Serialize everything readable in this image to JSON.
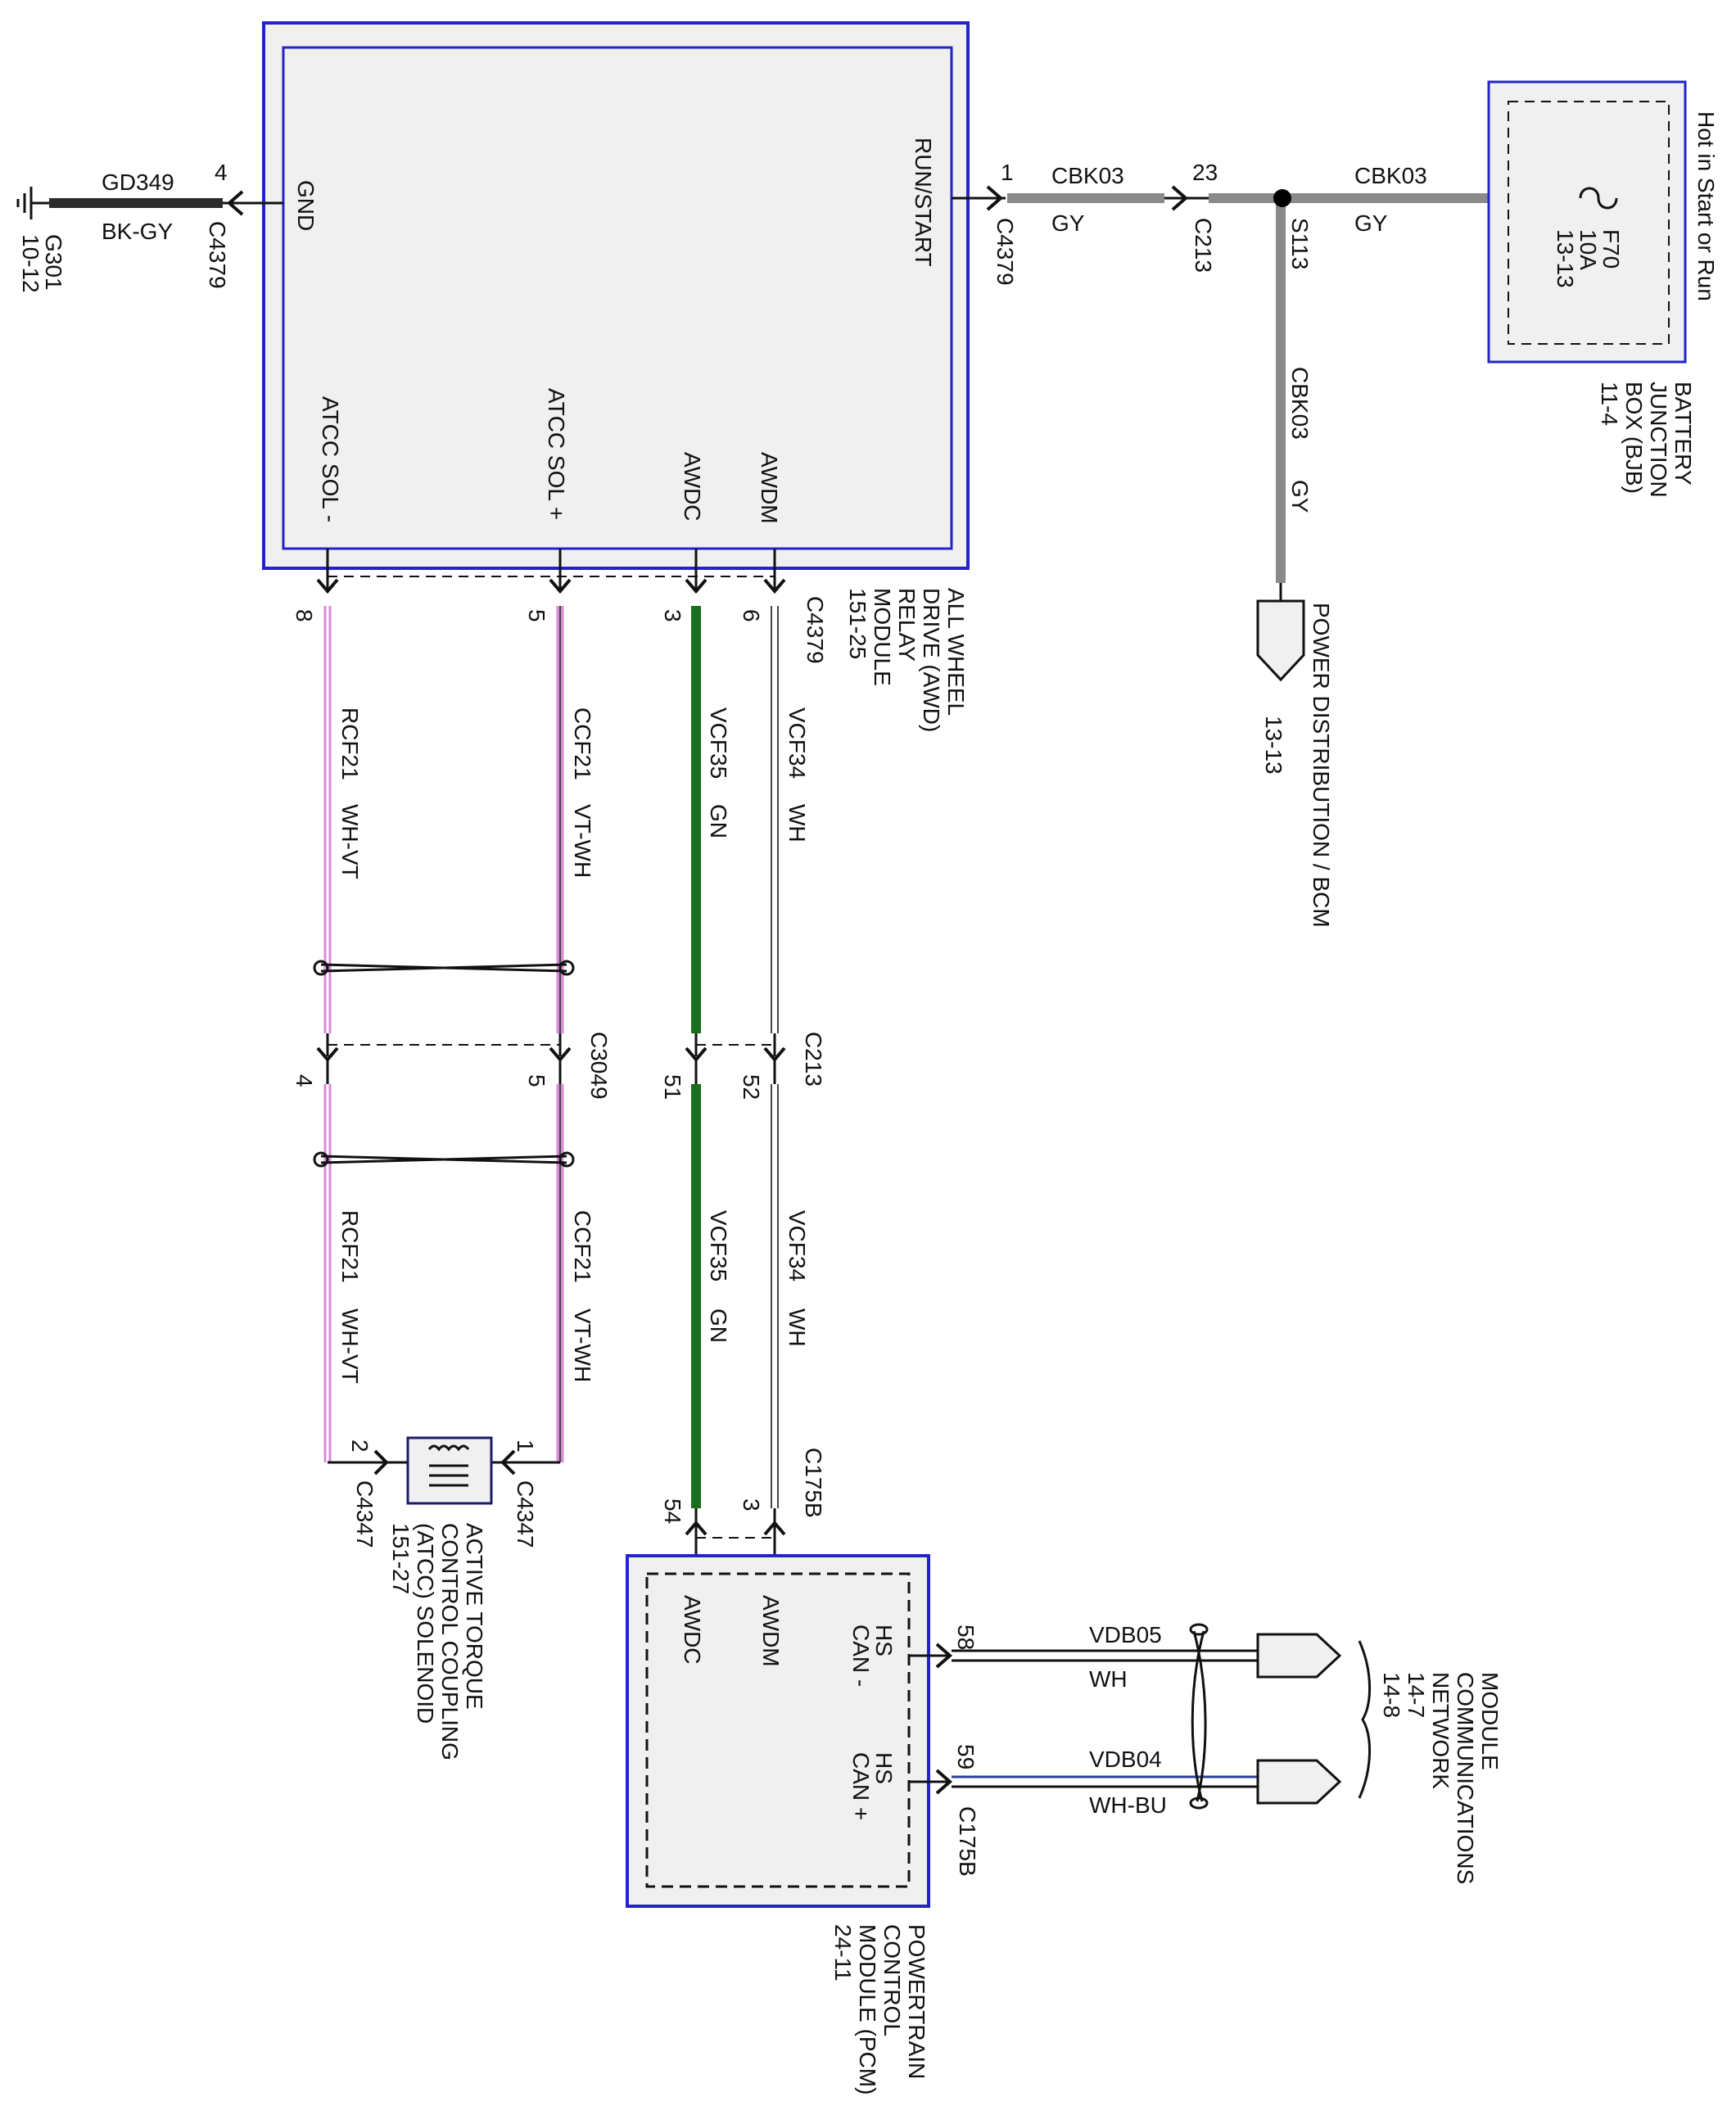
{
  "colors": {
    "gray_wire": "#8a8a8a",
    "black_wire": "#2b2b2b",
    "green_wire": "#1b6e1b",
    "violet_wire": "#d98ad9",
    "white_wire_outline": "#444444",
    "blue_wire": "#2a3f9a",
    "module_border": "#2323c8",
    "module_fill": "#f0f0f0"
  },
  "modules": {
    "awd": {
      "pins": [
        "GND",
        "RUN/START",
        "ATCC SOL -",
        "ATCC SOL +",
        "AWDC",
        "AWDM"
      ],
      "label": [
        "ALL WHEEL",
        "DRIVE (AWD)",
        "RELAY",
        "MODULE",
        "151-25"
      ]
    },
    "bjb": {
      "fuse": [
        "F70",
        "10A",
        "13-13"
      ],
      "label": [
        "BATTERY",
        "JUNCTION",
        "BOX (BJB)",
        "11-4"
      ],
      "hot_text": "Hot in Start or Run"
    },
    "pcm": {
      "pins": [
        "AWDC",
        "AWDM",
        "HS",
        "CAN -",
        "HS",
        "CAN +"
      ],
      "label": [
        "POWERTRAIN",
        "CONTROL",
        "MODULE (PCM)",
        "24-11"
      ]
    },
    "atcc": {
      "label": [
        "ACTIVE TORQUE",
        "CONTROL COUPLING",
        "(ATCC) SOLENOID",
        "151-27"
      ]
    }
  },
  "ground": {
    "circuit": "GD349",
    "color": "BK-GY",
    "pin": "4",
    "connector": "C4379",
    "ground_id": "G301",
    "page": "10-12"
  },
  "power": {
    "pin1": "1",
    "connector1": "C4379",
    "circuit_a": "CBK03",
    "color_a": "GY",
    "pin23": "23",
    "connector2": "C213",
    "splice": "S113",
    "circuit_b": "CBK03",
    "color_b": "GY",
    "circuit_c": "CBK03",
    "color_c": "GY",
    "dist_label": "POWER DISTRIBUTION / BCM",
    "dist_page": "13-13"
  },
  "wires_upper": [
    {
      "pin": "8",
      "circuit": "RCF21",
      "color": "WH-VT"
    },
    {
      "pin": "5",
      "circuit": "CCF21",
      "color": "VT-WH"
    },
    {
      "pin": "3",
      "circuit": "VCF35",
      "color": "GN"
    },
    {
      "pin": "6",
      "circuit": "VCF34",
      "color": "WH"
    }
  ],
  "upper_connector": "C4379",
  "mid_connectors": {
    "left": "C3049",
    "right": "C213"
  },
  "wires_lower": [
    {
      "pin": "4",
      "circuit": "RCF21",
      "color": "WH-VT"
    },
    {
      "pin": "5",
      "circuit": "CCF21",
      "color": "VT-WH"
    },
    {
      "pin": "51",
      "circuit": "VCF35",
      "color": "GN"
    },
    {
      "pin": "52",
      "circuit": "VCF34",
      "color": "WH"
    }
  ],
  "atcc_pins": {
    "left_pin": "2",
    "right_pin": "1",
    "connector": "C4347"
  },
  "pcm_pins": {
    "awdc_pin": "54",
    "awdm_pin": "3",
    "connector": "C175B"
  },
  "can": {
    "can_minus": {
      "pin": "58",
      "circuit": "VDB05",
      "color": "WH"
    },
    "can_plus": {
      "pin": "59",
      "circuit": "VDB04",
      "color": "WH-BU"
    },
    "connector": "C175B",
    "network_label": [
      "MODULE",
      "COMMUNICATIONS",
      "NETWORK",
      "14-7",
      "14-8"
    ]
  }
}
